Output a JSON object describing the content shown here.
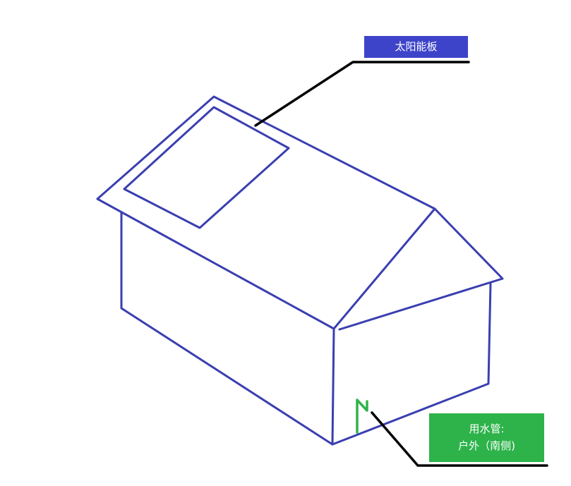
{
  "labels": {
    "solar_panel": "太阳能板",
    "water_pipe_line1": "用水管:",
    "water_pipe_line2": "户外（南侧)"
  },
  "colors": {
    "outline": "#3a3fb0",
    "solar_label_bg": "#3d44c9",
    "pipe_label_bg": "#2db34a",
    "pipe_mark": "#2eb34a",
    "leader_line": "#000000",
    "background": "#ffffff"
  }
}
